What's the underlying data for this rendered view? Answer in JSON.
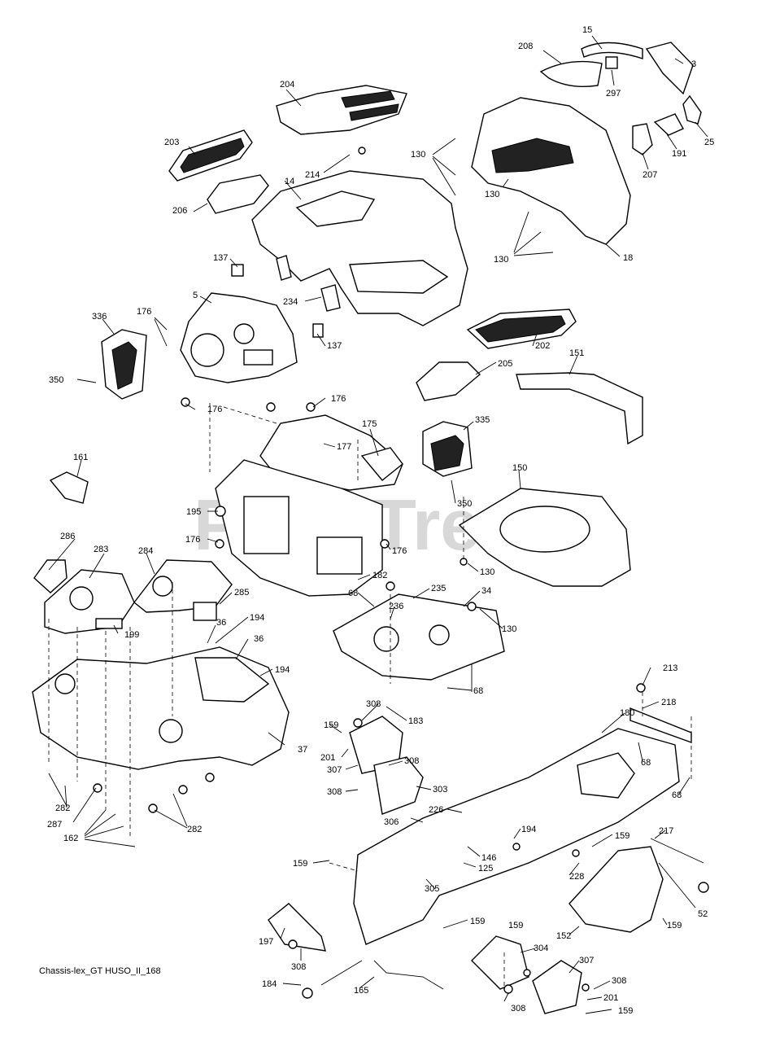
{
  "watermark": "PartsTree",
  "caption": "Chassis-lex_GT HUSO_II_168",
  "callouts": [
    "15",
    "208",
    "3",
    "204",
    "297",
    "130",
    "25",
    "203",
    "214",
    "191",
    "207",
    "130",
    "206",
    "14",
    "18",
    "130",
    "137",
    "234",
    "5",
    "176",
    "336",
    "137",
    "202",
    "350",
    "205",
    "151",
    "176",
    "176",
    "175",
    "335",
    "177",
    "161",
    "150",
    "350",
    "195",
    "176",
    "176",
    "286",
    "283",
    "284",
    "182",
    "130",
    "235",
    "285",
    "68",
    "236",
    "34",
    "199",
    "194",
    "36",
    "36",
    "130",
    "194",
    "68",
    "213",
    "308",
    "218",
    "183",
    "180",
    "159",
    "201",
    "308",
    "307",
    "37",
    "68",
    "303",
    "308",
    "68",
    "282",
    "226",
    "306",
    "287",
    "194",
    "217",
    "159",
    "162",
    "282",
    "146",
    "159",
    "125",
    "228",
    "305",
    "52",
    "159",
    "159",
    "152",
    "159",
    "197",
    "304",
    "307",
    "308",
    "184",
    "308",
    "165",
    "308",
    "201",
    "159"
  ],
  "colors": {
    "line": "#000000",
    "background": "#ffffff",
    "watermark": "#d8d8d8"
  }
}
